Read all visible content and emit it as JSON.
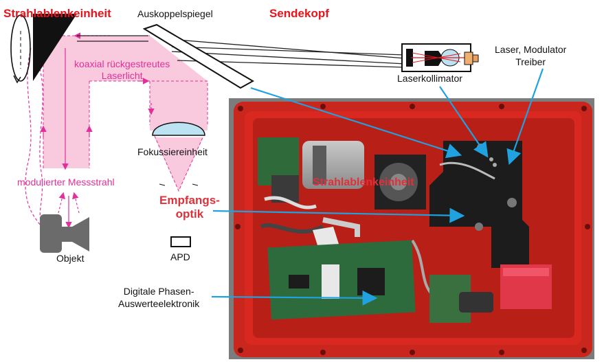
{
  "labels": {
    "strahlablenkeinheit_top": "Strahlablenkeinheit",
    "auskoppelspiegel": "Auskoppelspiegel",
    "sendekopf": "Sendekopf",
    "laser_modulator_treiber": "Laser, Modulator\nTreiber",
    "laserkollimator": "Laserkollimator",
    "koaxial": "koaxial rückgestreutes\nLaserlicht",
    "fokussiereinheit": "Fokussiereinheit",
    "modulierter_messstrahl": "modulierter Messstrahl",
    "empfangsoptik": "Empfangs-\noptik",
    "objekt": "Objekt",
    "apd": "APD",
    "digitale": "Digitale Phasen-\nAuswerteelektronik",
    "strahlablenkeinheit_photo": "Strahlablenkeinheit"
  },
  "colors": {
    "title_red": "#e8131c",
    "pink": "#e0309a",
    "light_pink": "#f9c9dd",
    "arrow_blue": "#1fa2df",
    "housing_red": "#d8281f"
  }
}
